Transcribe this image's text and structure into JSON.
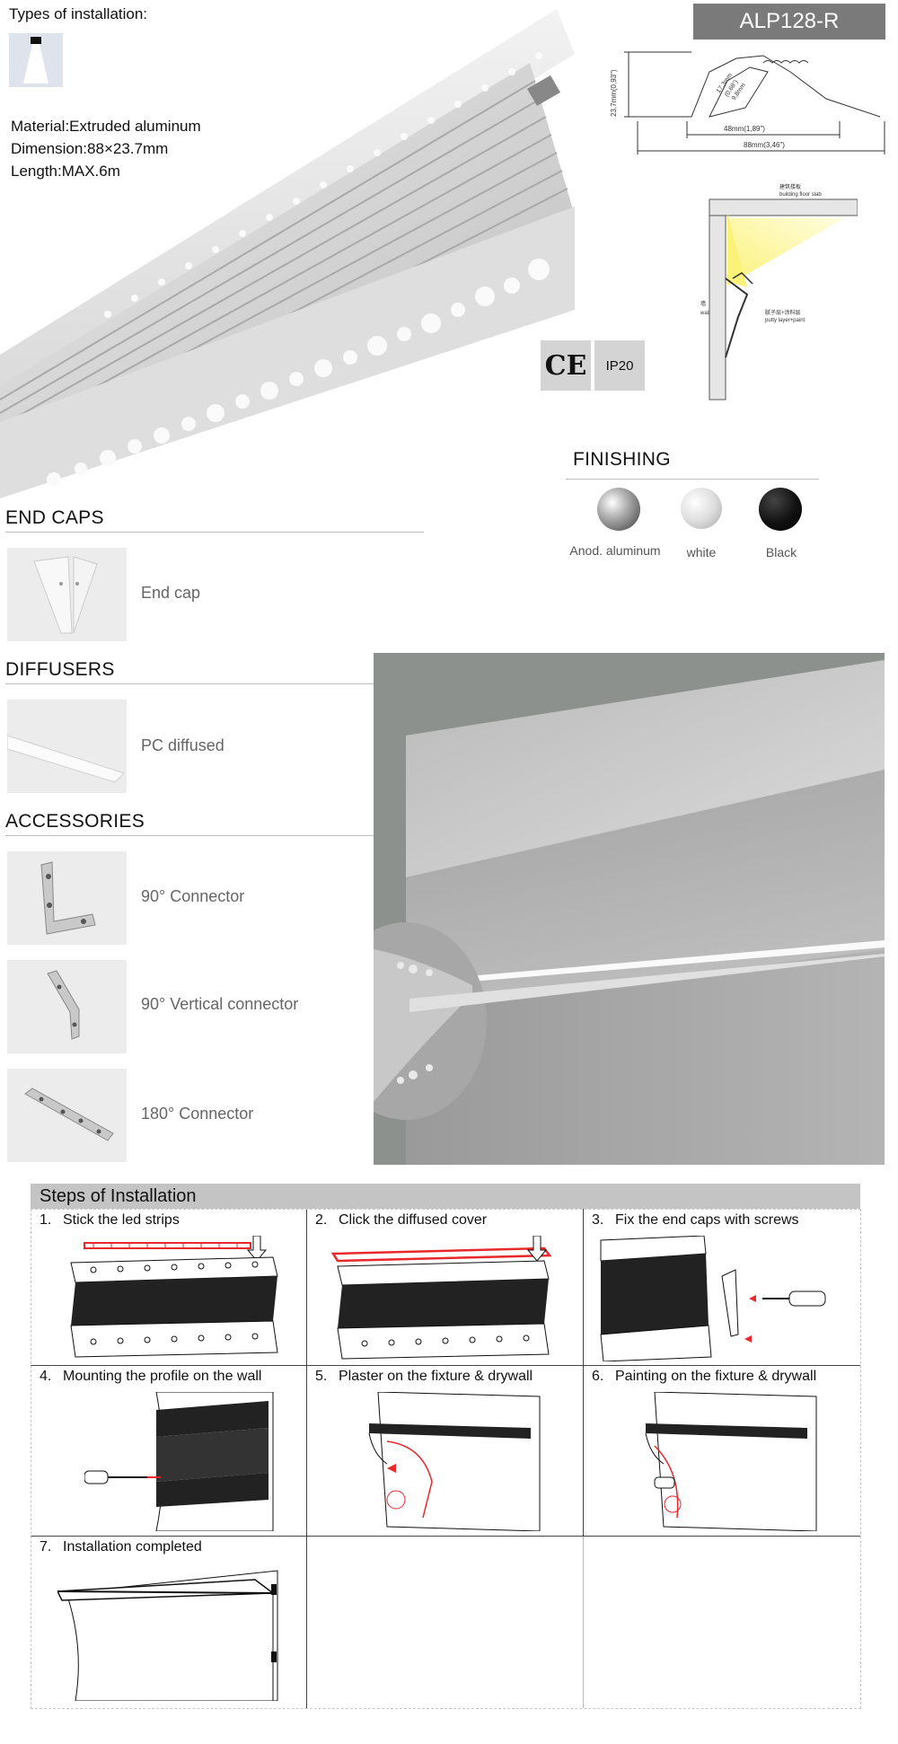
{
  "installation_types": {
    "label": "Types of installation:"
  },
  "product": {
    "code": "ALP128-R"
  },
  "specs": {
    "material": "Material:Extruded aluminum",
    "dimension": "Dimension:88×23.7mm",
    "length": "Length:MAX.6m"
  },
  "drawing": {
    "height_dim": "23,7mm(0,93\")",
    "inner_dim": "48mm(1,89\")",
    "width_dim": "88mm(3,46\")",
    "diag_dim_a": "17,3mm",
    "diag_dim_b": "(0,68\")",
    "diag_dim_c": "9,8mm"
  },
  "section_drawing": {
    "ceiling_label_cn": "建筑楼板",
    "ceiling_label": "building floor slab",
    "wall_label_cn": "墙",
    "wall_label": "wall",
    "putty_label_cn": "腻子层+涂料层",
    "putty_label": "putty layer+paint"
  },
  "certifications": {
    "ce": "CE",
    "ip": "IP20"
  },
  "finishing": {
    "title": "FINISHING",
    "options": [
      {
        "label": "Anod. aluminum",
        "color": "#9a9a9a"
      },
      {
        "label": "white",
        "color": "#d8d8d8"
      },
      {
        "label": "Black",
        "color": "#111111"
      }
    ]
  },
  "end_caps": {
    "title": "END CAPS",
    "item": "End cap"
  },
  "diffusers": {
    "title": "DIFFUSERS",
    "item": "PC diffused"
  },
  "accessories": {
    "title": "ACCESSORIES",
    "items": [
      {
        "label": "90° Connector"
      },
      {
        "label": "90° Vertical connector"
      },
      {
        "label": "180° Connector"
      }
    ]
  },
  "steps": {
    "title": "Steps of Installation",
    "items": [
      {
        "num": "1.",
        "label": "Stick the led strips"
      },
      {
        "num": "2.",
        "label": "Click the diffused cover"
      },
      {
        "num": "3.",
        "label": "Fix the end caps with screws"
      },
      {
        "num": "4.",
        "label": "Mounting the profile on the wall"
      },
      {
        "num": "5.",
        "label": "Plaster on the fixture & drywall"
      },
      {
        "num": "6.",
        "label": "Painting on the fixture & drywall"
      },
      {
        "num": "7.",
        "label": "Installation completed"
      }
    ]
  },
  "colors": {
    "accent_red": "#e8282b",
    "led_yellow": "#fbf27a",
    "header_grey": "#7a7a7a"
  }
}
